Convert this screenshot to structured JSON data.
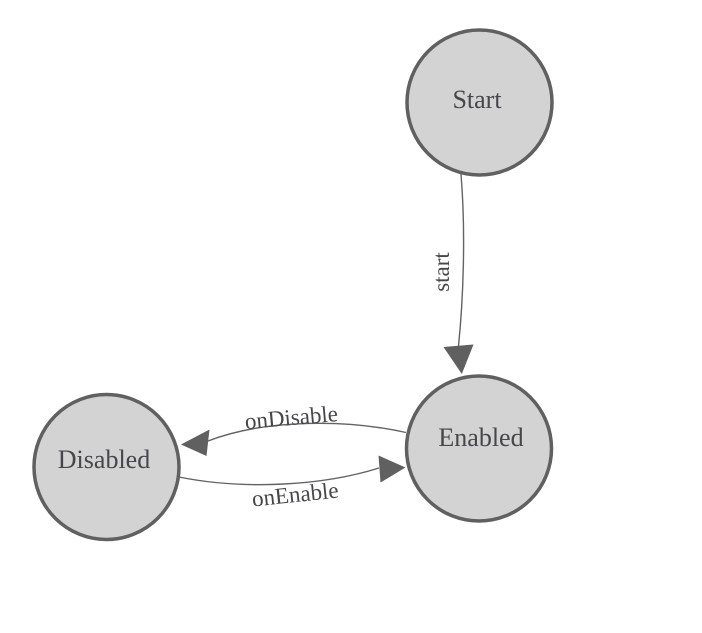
{
  "diagram": {
    "type": "state-machine",
    "background": "#ffffff",
    "nodes": [
      {
        "id": "start",
        "label": "Start"
      },
      {
        "id": "enabled",
        "label": "Enabled"
      },
      {
        "id": "disabled",
        "label": "Disabled"
      }
    ],
    "edges": [
      {
        "from": "start",
        "to": "enabled",
        "label": "start"
      },
      {
        "from": "enabled",
        "to": "disabled",
        "label": "onDisable"
      },
      {
        "from": "disabled",
        "to": "enabled",
        "label": "onEnable"
      }
    ],
    "colors": {
      "node_fill": "#d3d3d3",
      "node_stroke": "#606060",
      "edge_stroke": "#636363",
      "arrowhead_fill": "#606060",
      "label_text": "#46474b",
      "background": "#ffffff"
    }
  }
}
